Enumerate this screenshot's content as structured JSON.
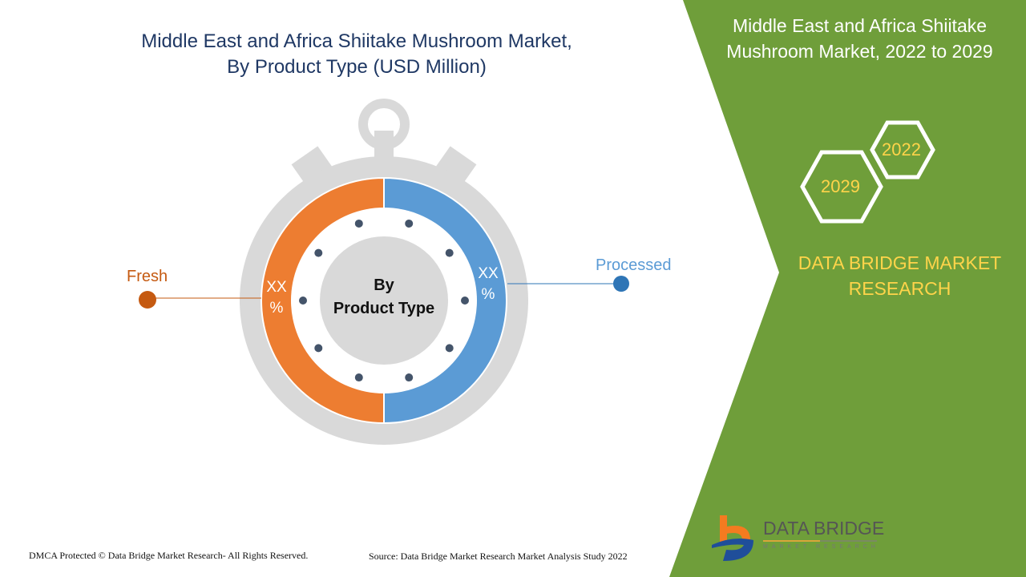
{
  "title": "Middle East and Africa Shiitake Mushroom Market, By Product Type (USD Million)",
  "title_line1": "Middle East and Africa Shiitake Mushroom Market,",
  "title_line2": "By Product Type (USD Million)",
  "side_panel": {
    "title_line1": "Middle East and Africa Shiitake",
    "title_line2": "Mushroom Market, 2022 to 2029",
    "hex_years": [
      "2022",
      "2029"
    ],
    "brand_line1": "DATA BRIDGE MARKET",
    "brand_line2": "RESEARCH",
    "background_color": "#6f9e3a"
  },
  "chart_data": {
    "type": "pie",
    "style": "donut stopwatch",
    "center_label_line1": "By",
    "center_label_line2": "Product Type",
    "categories": [
      "Fresh",
      "Processed"
    ],
    "values": [
      50,
      50
    ],
    "value_labels": [
      "XX %",
      "XX %"
    ],
    "value_label_parts": [
      [
        "XX",
        "%"
      ],
      [
        "XX",
        "%"
      ]
    ],
    "colors": [
      "#ed7d31",
      "#5b9bd5"
    ]
  },
  "logo": {
    "name": "DATA BRIDGE",
    "tagline": "MARKET RESEARCH"
  },
  "footer": {
    "copyright": "DMCA Protected © Data Bridge Market Research- All Rights Reserved.",
    "source": "Source: Data Bridge Market Research Market Analysis Study 2022"
  }
}
